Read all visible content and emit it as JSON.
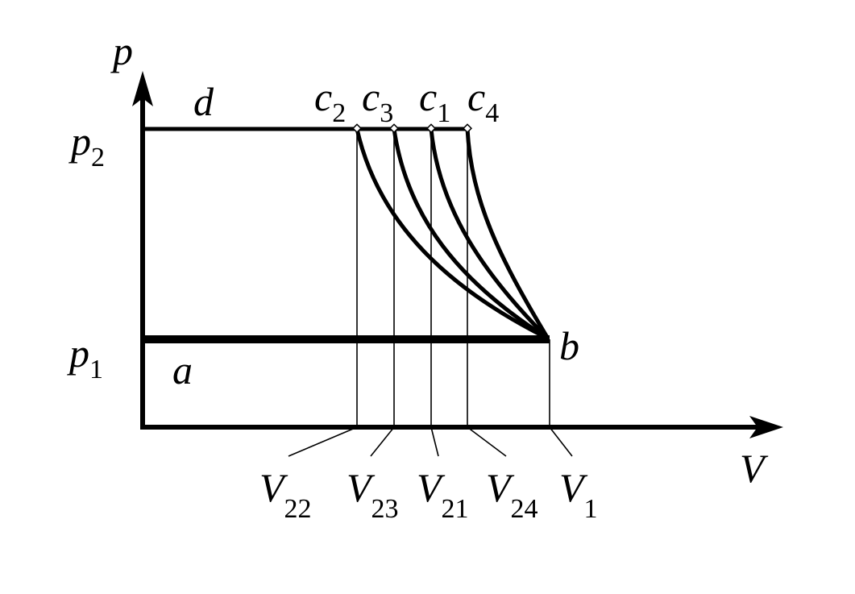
{
  "axes": {
    "y": {
      "main": "p"
    },
    "x": {
      "main": "V"
    }
  },
  "pressure_labels": [
    {
      "main": "p",
      "sub": "2"
    },
    {
      "main": "p",
      "sub": "1"
    }
  ],
  "points": {
    "a": "a",
    "b": "b",
    "d": "d",
    "c": [
      {
        "main": "c",
        "sub": "2"
      },
      {
        "main": "c",
        "sub": "3"
      },
      {
        "main": "c",
        "sub": "1"
      },
      {
        "main": "c",
        "sub": "4"
      }
    ]
  },
  "volume_labels": [
    {
      "main": "V",
      "sub": "22"
    },
    {
      "main": "V",
      "sub": "23"
    },
    {
      "main": "V",
      "sub": "21"
    },
    {
      "main": "V",
      "sub": "24"
    },
    {
      "main": "V",
      "sub": "1"
    }
  ],
  "colors": {
    "ink": "#000000",
    "background": "#ffffff"
  }
}
